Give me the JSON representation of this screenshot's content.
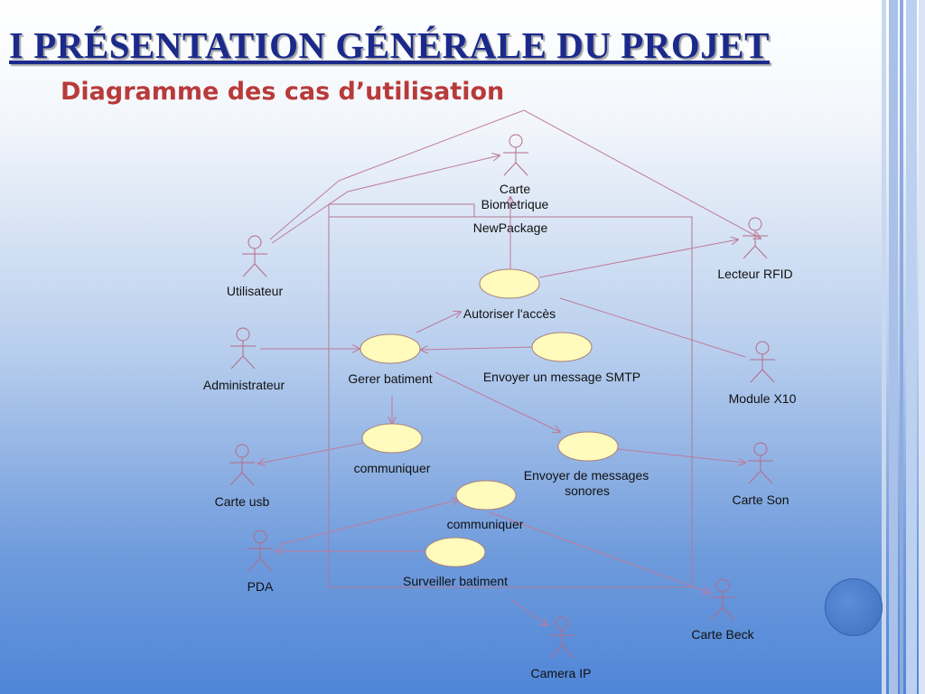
{
  "slide": {
    "title": "I PRÉSENTATION GÉNÉRALE DU PROJET",
    "subtitle": "Diagramme des cas d’utilisation"
  },
  "diagram": {
    "package_label": "NewPackage",
    "actors": {
      "carte_biometrique": [
        "Carte",
        "Biometrique"
      ],
      "utilisateur": "Utilisateur",
      "lecteur_rfid": "Lecteur RFID",
      "administrateur": "Administrateur",
      "module_x10": "Module X10",
      "carte_usb": "Carte usb",
      "carte_son": "Carte Son",
      "pda": "PDA",
      "carte_beck": "Carte Beck",
      "camera_ip": "Camera IP"
    },
    "use_cases": {
      "autoriser_acces": "Autoriser l'accès",
      "gerer_batiment": "Gerer batiment",
      "envoyer_smtp": "Envoyer un message SMTP",
      "communiquer_1": "communiquer",
      "envoyer_sonores": [
        "Envoyer de messages",
        "sonores"
      ],
      "communiquer_2": "communiquer",
      "surveiller_batiment": "Surveiller batiment"
    }
  },
  "colors": {
    "title": "#1b2a8a",
    "subtitle": "#b83a3a",
    "use_case_fill": "#fffbbd",
    "connector": "#bf7a9a"
  }
}
